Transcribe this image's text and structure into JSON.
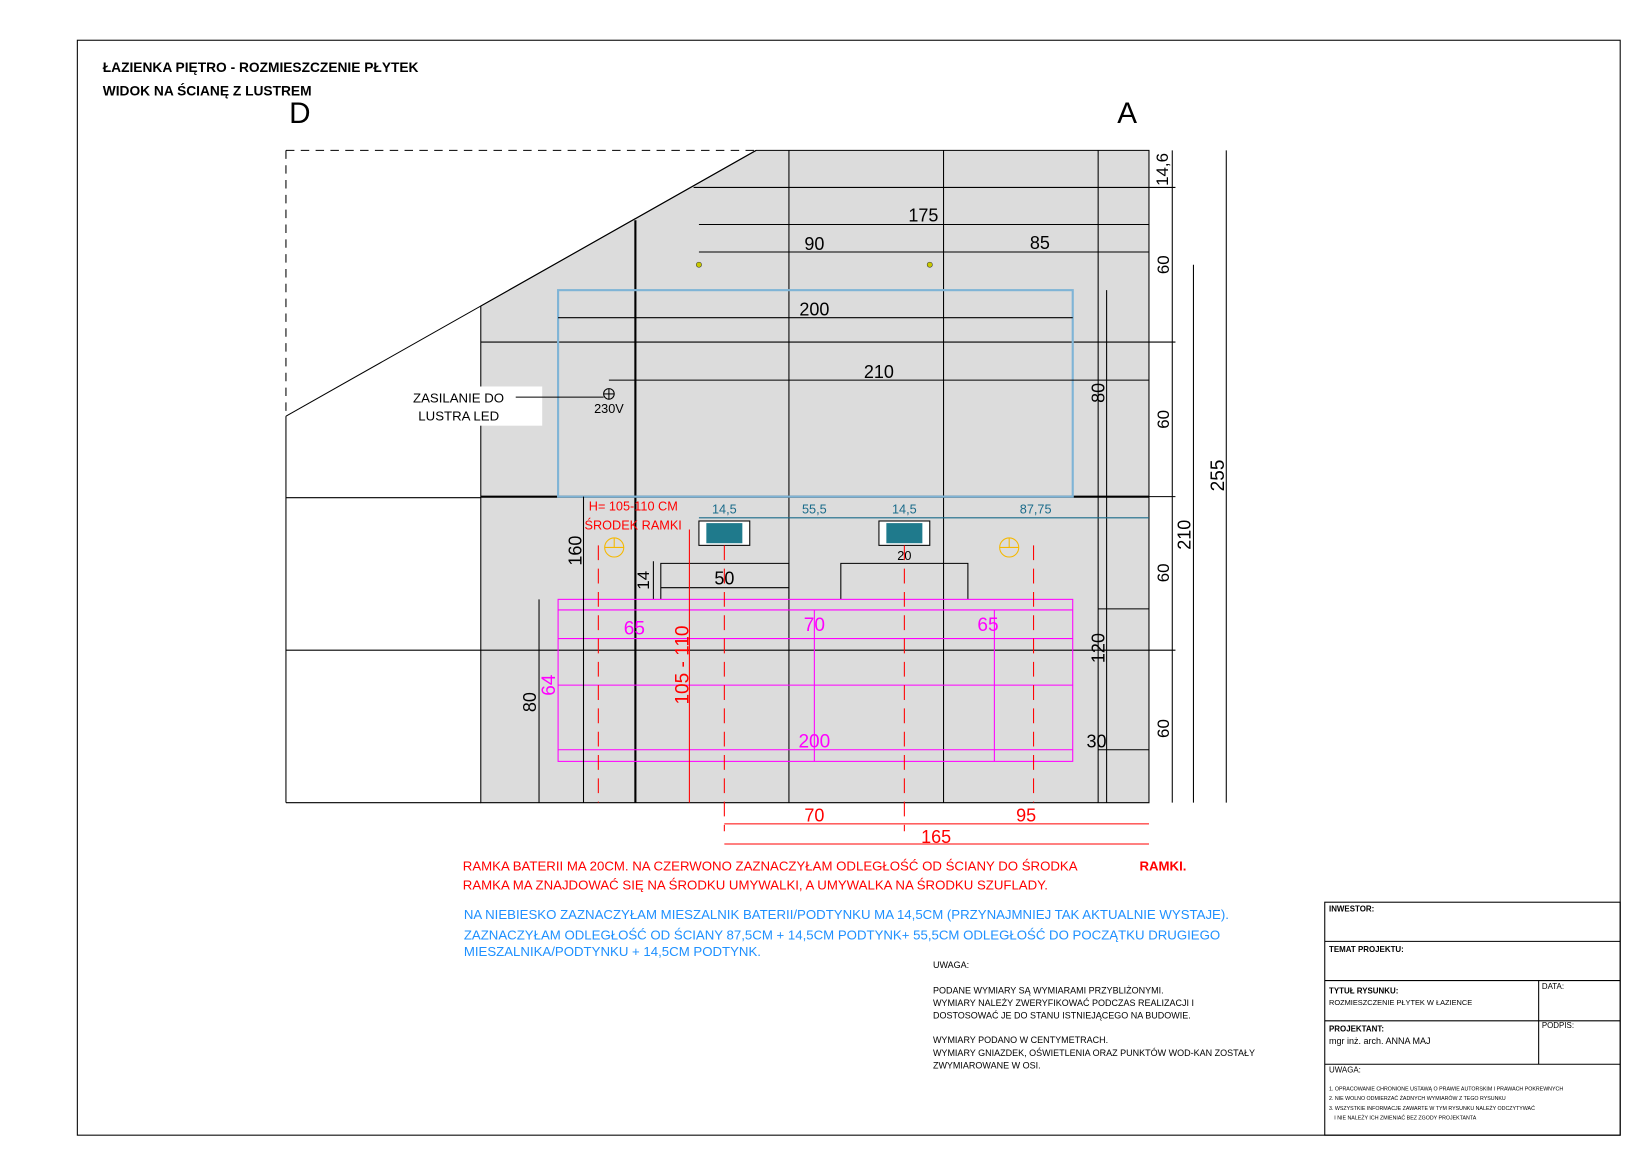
{
  "title": {
    "line1": "ŁAZIENKA PIĘTRO - ROZMIESZCZENIE PŁYTEK",
    "line2": "WIDOK NA ŚCIANĘ Z LUSTREM"
  },
  "wall_labels": {
    "left": "D",
    "right": "A"
  },
  "dimensions": {
    "top_175": "175",
    "top_90": "90",
    "top_85": "85",
    "mirror_200": "200",
    "power_210": "210",
    "right_14_6": "14,6",
    "right_60a": "60",
    "right_60b": "60",
    "right_60c": "60",
    "right_60d": "60",
    "right_210": "210",
    "right_255": "255",
    "right_80": "80",
    "right_120": "120",
    "right_30": "30",
    "mixer_14_5a": "14,5",
    "mixer_55_5": "55,5",
    "mixer_14_5b": "14,5",
    "mixer_87_75": "87,75",
    "left_160": "160",
    "left_80": "80",
    "frame_14": "14",
    "frame_50": "50",
    "frame_20": "20",
    "vanity_65a": "65",
    "vanity_70": "70",
    "vanity_65b": "65",
    "vanity_200": "200",
    "vanity_64": "64",
    "red_105_110": "105 - 110",
    "bottom_70": "70",
    "bottom_95": "95",
    "bottom_165": "165"
  },
  "annotations": {
    "power_label_1": "ZASILANIE DO",
    "power_label_2": "LUSTRA LED",
    "voltage": "230V",
    "height_note": "H= 105-110 CM",
    "frame_center": "ŚRODEK RAMKI"
  },
  "notes_red": {
    "line1": "RAMKA BATERII MA 20CM. NA CZERWONO ZAZNACZYŁAM ODLEGŁOŚĆ OD ŚCIANY DO ŚRODKA",
    "line1_bold": "RAMKI.",
    "line2": "RAMKA MA ZNAJDOWAĆ SIĘ NA ŚRODKU UMYWALKI, A UMYWALKA NA ŚRODKU SZUFLADY."
  },
  "notes_blue": {
    "line1": "NA NIEBIESKO ZAZNACZYŁAM MIESZALNIK BATERII/PODTYNKU MA 14,5CM (PRZYNAJMNIEJ TAK AKTUALNIE WYSTAJE).",
    "line2": "ZAZNACZYŁAM ODLEGŁOŚĆ OD ŚCIANY 87,5CM + 14,5CM PODTYNK+ 55,5CM ODLEGŁOŚĆ DO POCZĄTKU DRUGIEGO",
    "line3": "MIESZALNIKA/PODTYNKU + 14,5CM PODTYNK."
  },
  "remarks": {
    "heading": "UWAGA:",
    "line1": "PODANE WYMIARY SĄ WYMIARAMI PRZYBLIŻONYMI.",
    "line2": "WYMIARY NALEŻY ZWERYFIKOWAĆ PODCZAS REALIZACJI I",
    "line3": "DOSTOSOWAĆ JE DO STANU ISTNIEJĄCEGO NA BUDOWIE.",
    "line4": "WYMIARY PODANO W CENTYMETRACH.",
    "line5": "WYMIARY GNIAZDEK, OŚWIETLENIA ORAZ PUNKTÓW WOD-KAN ZOSTAŁY",
    "line6": "ZWYMIAROWANE W OSI."
  },
  "title_block": {
    "investor_label": "INWESTOR:",
    "topic_label": "TEMAT PROJEKTU:",
    "drawing_title_label": "TYTUŁ RYSUNKU:",
    "drawing_title": "ROZMIESZCZENIE PŁYTEK W ŁAZIENCE",
    "date_label": "DATA:",
    "designer_label": "PROJEKTANT:",
    "designer": "mgr inż. arch. ANNA MAJ",
    "signature_label": "PODPIS:",
    "notes_label": "UWAGA:",
    "note1": "1. OPRACOWANIE CHRONIONE USTAWĄ O PRAWIE AUTORSKIM I PRAWACH POKREWNYCH",
    "note2": "2. NIE WOLNO ODMIERZAĆ ŻADNYCH WYMIARÓW Z TEGO RYSUNKU",
    "note3": "3. WSZYSTKIE INFORMACJE ZAWARTE W TYM RYSUNKU NALEŻY ODCZYTYWAĆ",
    "note4": "I NIE NALEŻY ICH ZMIENIAĆ BEZ ZGODY PROJEKTANTA"
  },
  "colors": {
    "wall": "#dcdcdc",
    "mirror": "#7fb4d6",
    "vanity": "#ff00ff",
    "red": "#ff0000",
    "blue_text": "#1e90ff",
    "mixer": "#1f7a8c",
    "light": "#f5b800"
  }
}
